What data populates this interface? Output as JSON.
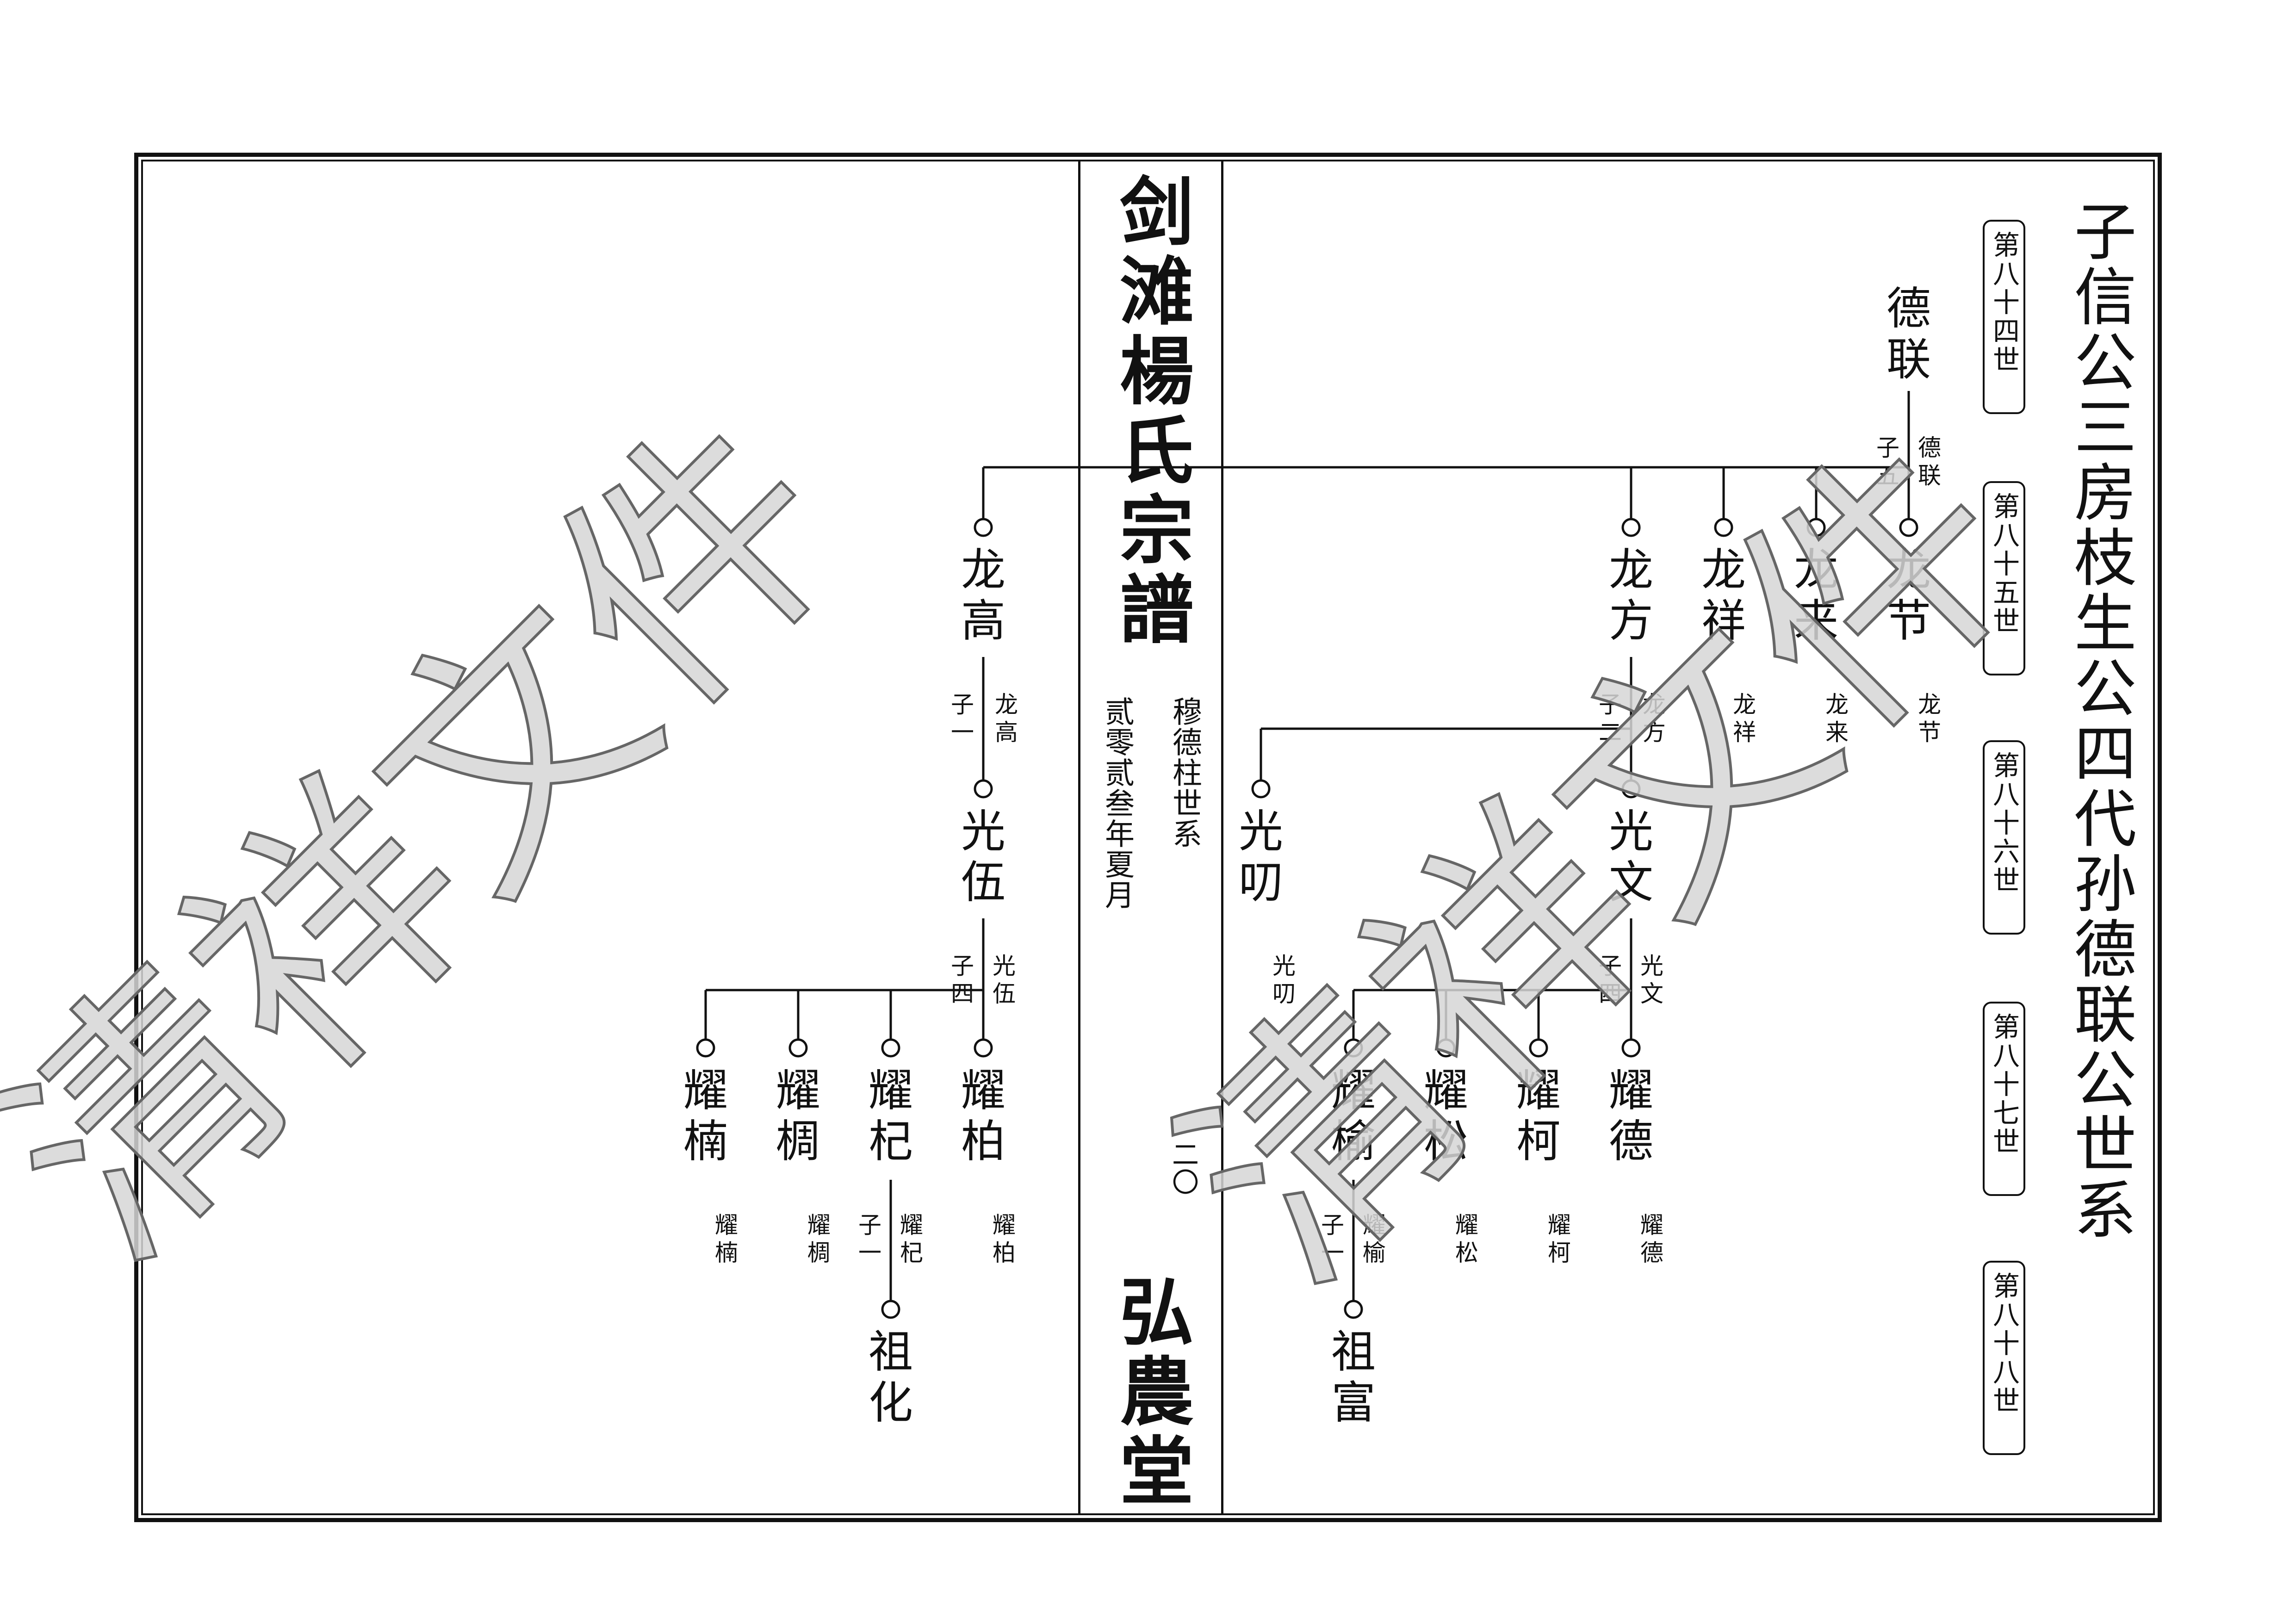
{
  "book": {
    "spine_title": "剑滩楊氏宗譜",
    "hall_name": "弘農堂",
    "lineage_line": "穆德柱世系",
    "date_line": "贰零贰叁年夏月",
    "page_number": "二〇"
  },
  "page_title": "子信公三房枝生公四代孙德联公世系",
  "generations": [
    "第八十四世",
    "第八十五世",
    "第八十六世",
    "第八十七世",
    "第八十八世"
  ],
  "watermark": "清祥文件",
  "tree": {
    "root": {
      "name": "德联",
      "ref": "德联",
      "count": "子五"
    },
    "gen85": [
      {
        "name": "龙节",
        "ref": "龙节"
      },
      {
        "name": "龙来",
        "ref": "龙来"
      },
      {
        "name": "龙祥",
        "ref": "龙祥"
      },
      {
        "name": "龙方",
        "ref": "龙方",
        "count": "子二"
      },
      {
        "name": "龙高",
        "ref": "龙高",
        "count": "子一"
      }
    ],
    "gen86": [
      {
        "name": "光文",
        "ref": "光文",
        "count": "子四"
      },
      {
        "name": "光叨",
        "ref": "光叨"
      },
      {
        "name": "光伍",
        "ref": "光伍",
        "count": "子四"
      }
    ],
    "gen87": [
      {
        "name": "耀德",
        "ref": "耀德"
      },
      {
        "name": "耀柯",
        "ref": "耀柯"
      },
      {
        "name": "耀松",
        "ref": "耀松"
      },
      {
        "name": "耀榆",
        "ref": "耀榆",
        "count": "子一"
      },
      {
        "name": "耀柏",
        "ref": "耀柏"
      },
      {
        "name": "耀杞",
        "ref": "耀杞",
        "count": "子一"
      },
      {
        "name": "耀椆",
        "ref": "耀椆"
      },
      {
        "name": "耀楠",
        "ref": "耀楠"
      }
    ],
    "gen88": [
      {
        "name": "祖富"
      },
      {
        "name": "祖化"
      }
    ]
  }
}
